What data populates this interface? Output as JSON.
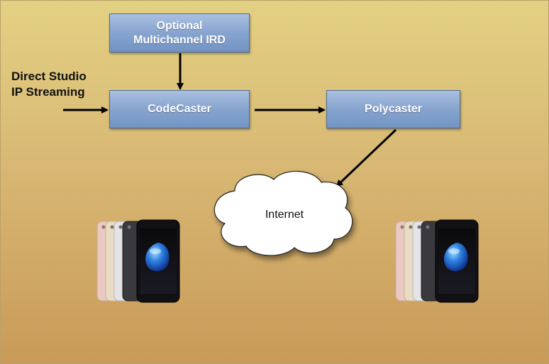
{
  "nodes": {
    "ird": {
      "line1": "Optional",
      "line2": "Multichannel IRD"
    },
    "codecaster": {
      "label": "CodeCaster"
    },
    "polycaster": {
      "label": "Polycaster"
    },
    "internet": {
      "label": "Internet"
    }
  },
  "source": {
    "line1": "Direct Studio",
    "line2": "IP Streaming"
  },
  "colors": {
    "box_fill": "#87a4cf",
    "box_border": "#4f6e9a",
    "background_top": "#e3d183",
    "background_bottom": "#c99a58"
  },
  "devices": [
    {
      "name": "smartphone-group-icon"
    },
    {
      "name": "smartphone-group-icon"
    }
  ]
}
